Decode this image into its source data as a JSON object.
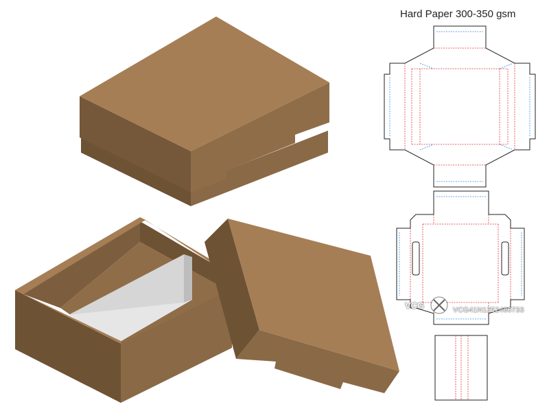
{
  "title": "Hard Paper 300-350 gsm",
  "watermark": {
    "logo_text": "VCG",
    "id_text": "VCG41N1252460733"
  },
  "colors": {
    "box_top": "#a67e55",
    "box_side_light": "#8a6946",
    "box_side_dark": "#6e5234",
    "box_inner": "#7c5e3f",
    "insert": "#c8c8c8",
    "cut_line": "#222222",
    "crease_line": "#e0303a",
    "perforation_line": "#2f8fe0"
  },
  "icons": {
    "closed-box": "closed-box-illustration",
    "open-base": "open-base-illustration",
    "lid": "lid-illustration"
  }
}
